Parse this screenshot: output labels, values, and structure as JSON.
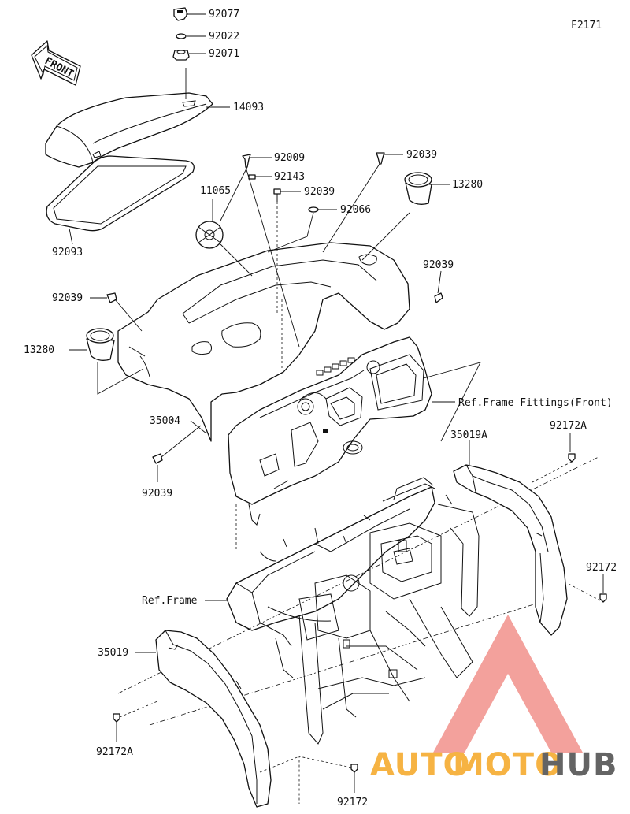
{
  "figure_code": "F2171",
  "direction_label": "FRONT",
  "parts": {
    "p92077": "92077",
    "p92022": "92022",
    "p92071": "92071",
    "p14093": "14093",
    "p92093": "92093",
    "p92009": "92009",
    "p92143": "92143",
    "p92039_a": "92039",
    "p92039_b": "92039",
    "p92039_c": "92039",
    "p92039_d": "92039",
    "p92039_e": "92039",
    "p92066": "92066",
    "p11065": "11065",
    "p13280_a": "13280",
    "p13280_b": "13280",
    "p35004": "35004",
    "p35019A": "35019A",
    "p92172A_a": "92172A",
    "p92172A_b": "92172A",
    "p92172_a": "92172",
    "p92172_b": "92172",
    "p35019": "35019"
  },
  "references": {
    "frame_fittings_front": "Ref.Frame Fittings(Front)",
    "frame": "Ref.Frame"
  },
  "watermark": {
    "part1": "AUTO",
    "part2": "MOTO",
    "part3": "HUB",
    "color_auto": "#f5a623",
    "color_moto": "#f5a623",
    "color_hub": "#4a4a4a",
    "triangle_color": "#e8463c"
  }
}
